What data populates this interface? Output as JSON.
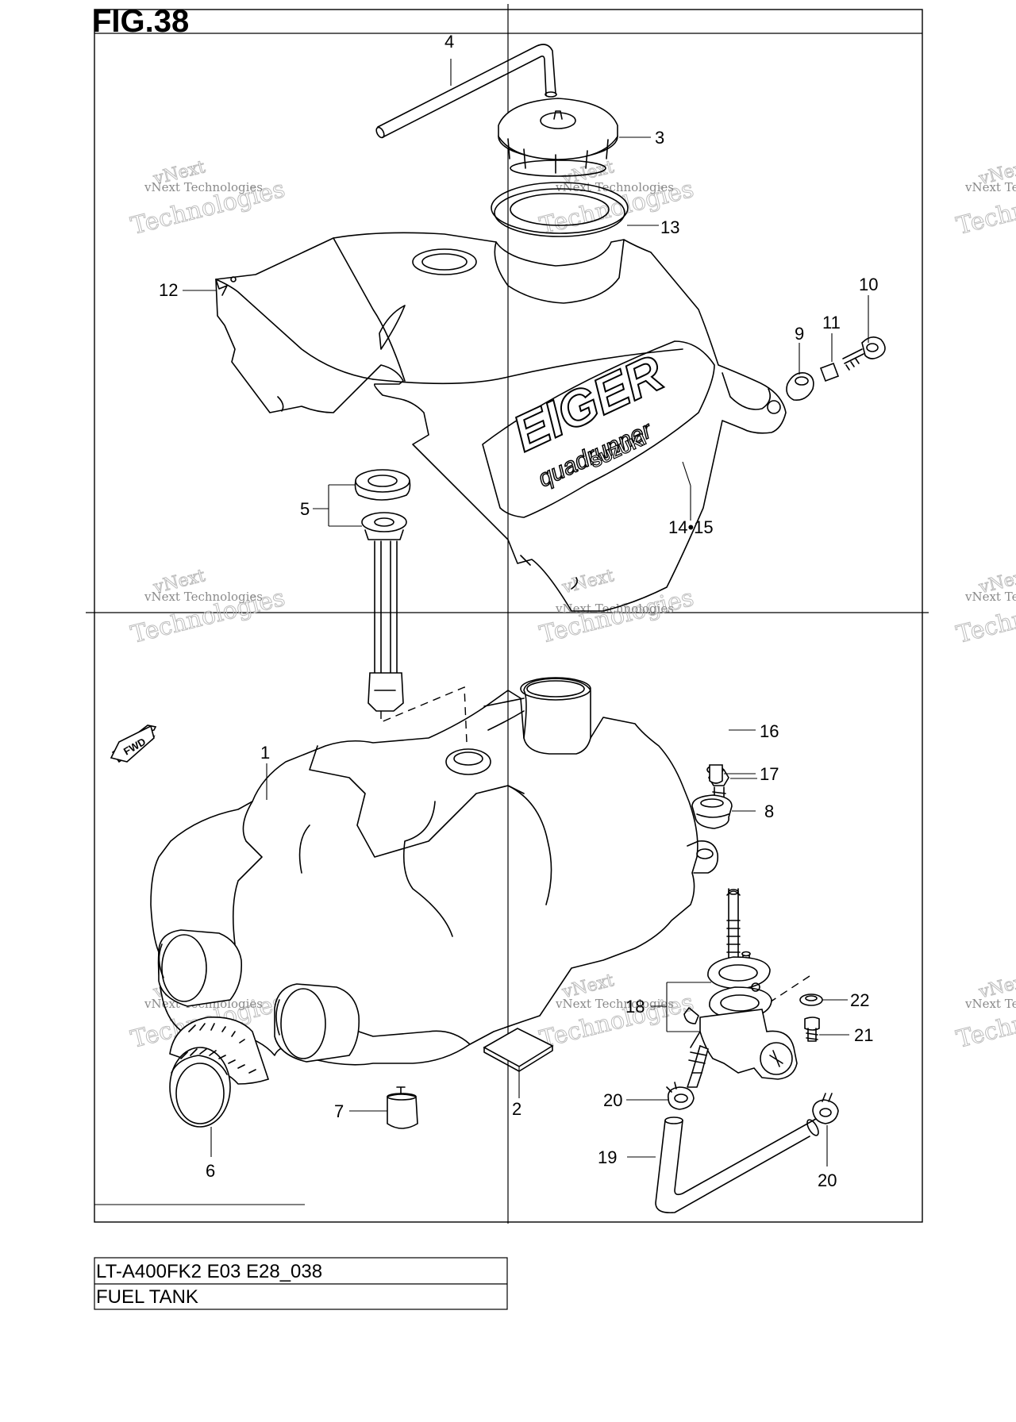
{
  "figure": {
    "title": "FIG.38"
  },
  "title_block": {
    "model": "LT-A400FK2 E03 E28_038",
    "name": "FUEL TANK"
  },
  "watermark": {
    "company": "vNext Technologies",
    "word1": "vNext",
    "word2": "Technologies"
  },
  "direction_tag": "FWD",
  "tank_badge": {
    "brand": "EIGER",
    "subtitle": "quadrunner",
    "maker": "SUZUKI"
  },
  "callouts": {
    "c1": "1",
    "c2": "2",
    "c3": "3",
    "c4": "4",
    "c5": "5",
    "c6": "6",
    "c7": "7",
    "c8": "8",
    "c9": "9",
    "c10": "10",
    "c11": "11",
    "c12": "12",
    "c13": "13",
    "c14_15": "14•15",
    "c16": "16",
    "c17": "17",
    "c18": "18",
    "c19": "19",
    "c20a": "20",
    "c20b": "20",
    "c21": "21",
    "c22": "22"
  }
}
